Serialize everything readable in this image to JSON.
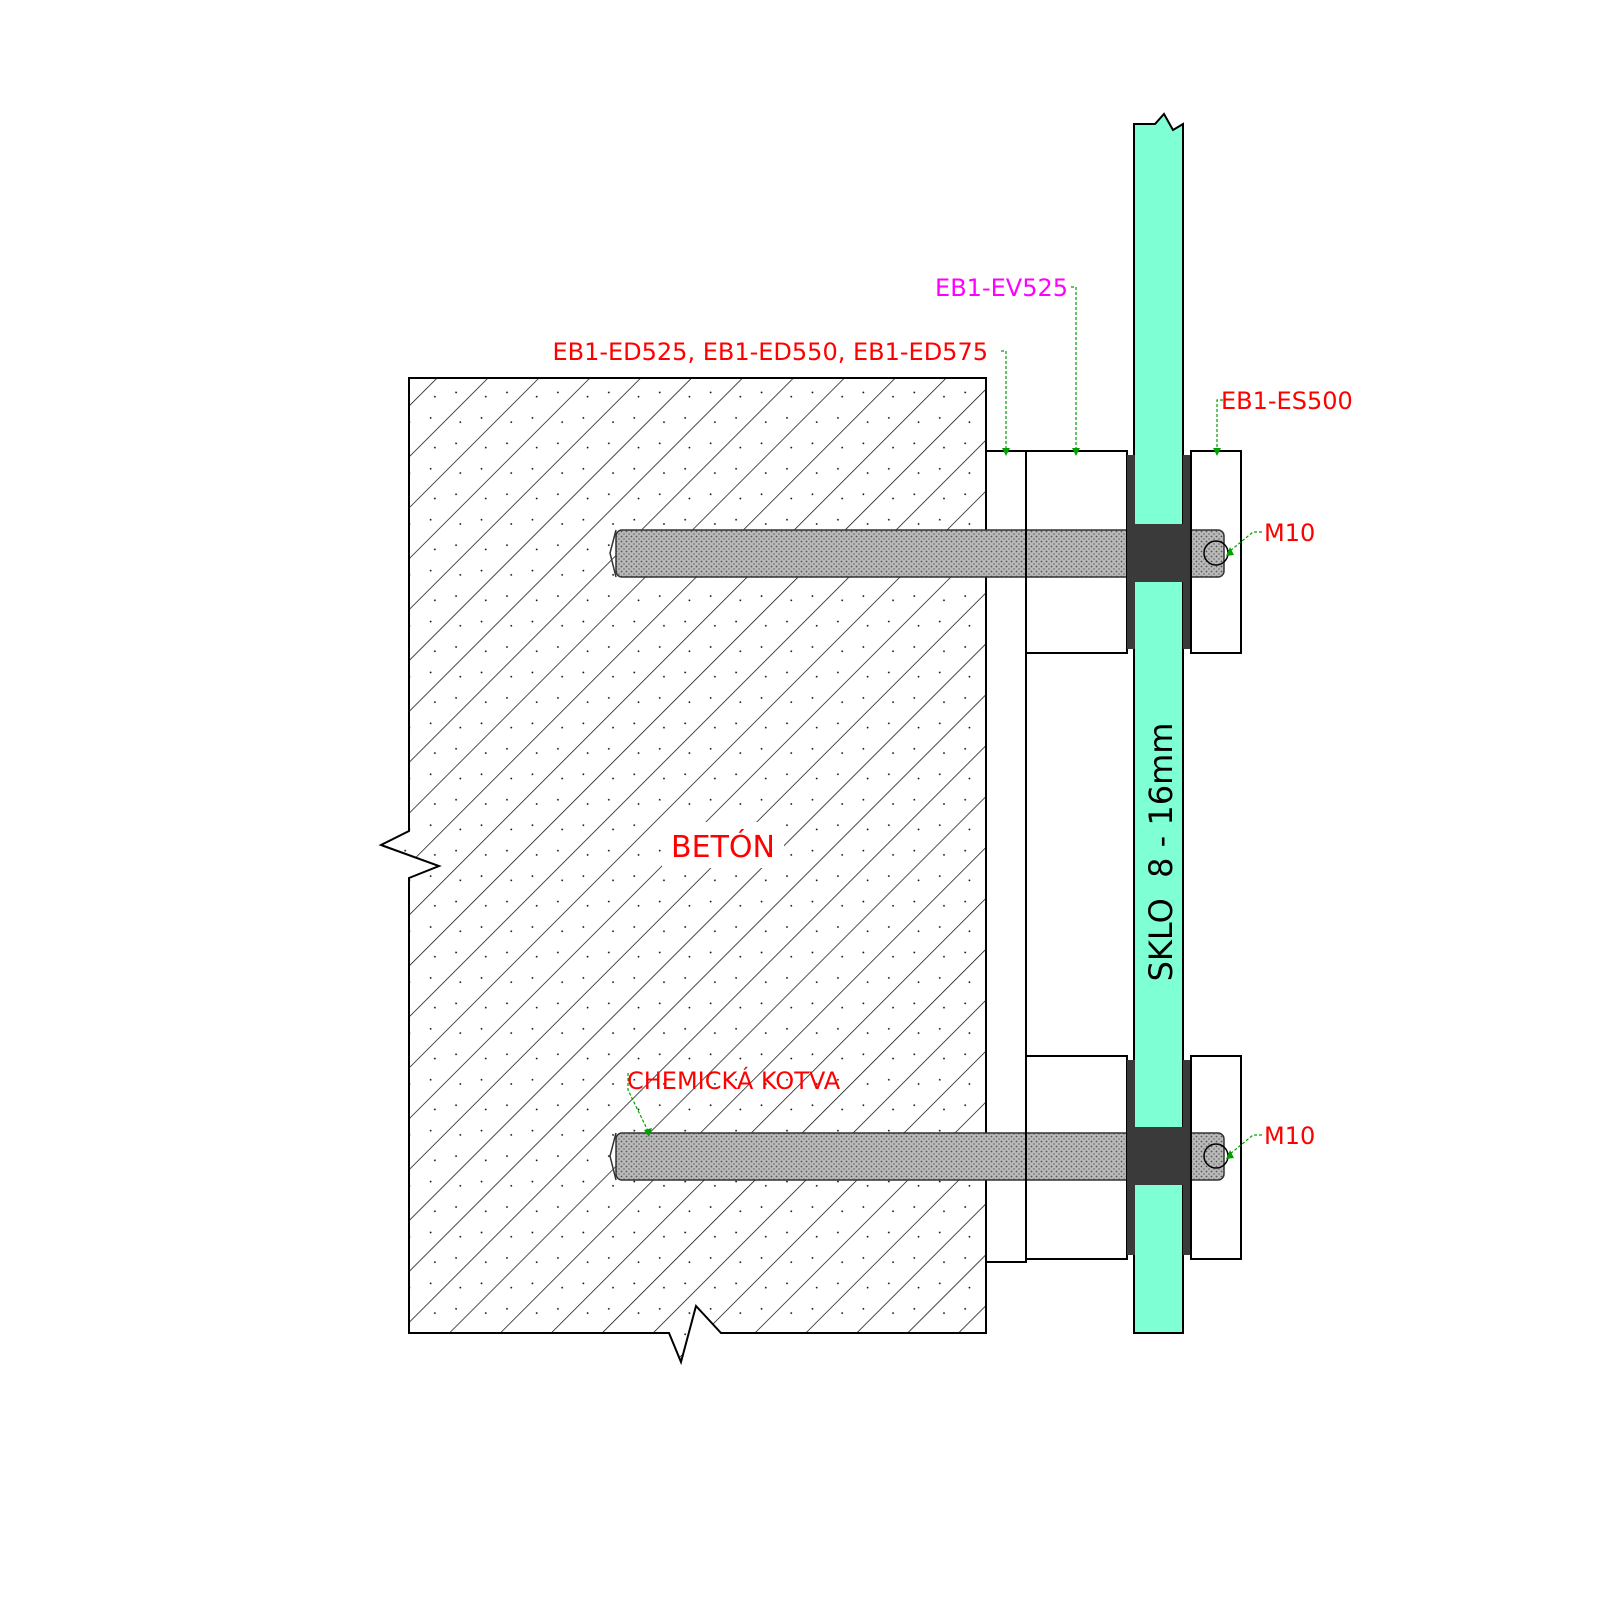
{
  "labels": {
    "concrete": "BETÓN",
    "glass": "SKLO  8 - 16mm",
    "spacer_adapters": "EB1-ED525, EB1-ED550, EB1-ED575",
    "standoff_body": "EB1-EV525",
    "cap": "EB1-ES500",
    "bolt_top": "M10",
    "bolt_bottom": "M10",
    "anchor": "CHEMICKÁ KOTVA"
  },
  "colors": {
    "glass": "#7fffd4",
    "label_primary": "#ff0000",
    "label_secondary": "#ff00ff",
    "leader": "#00a000",
    "gasket": "#3a3a3a",
    "rod": "#9a9a9a",
    "outline": "#000000"
  }
}
